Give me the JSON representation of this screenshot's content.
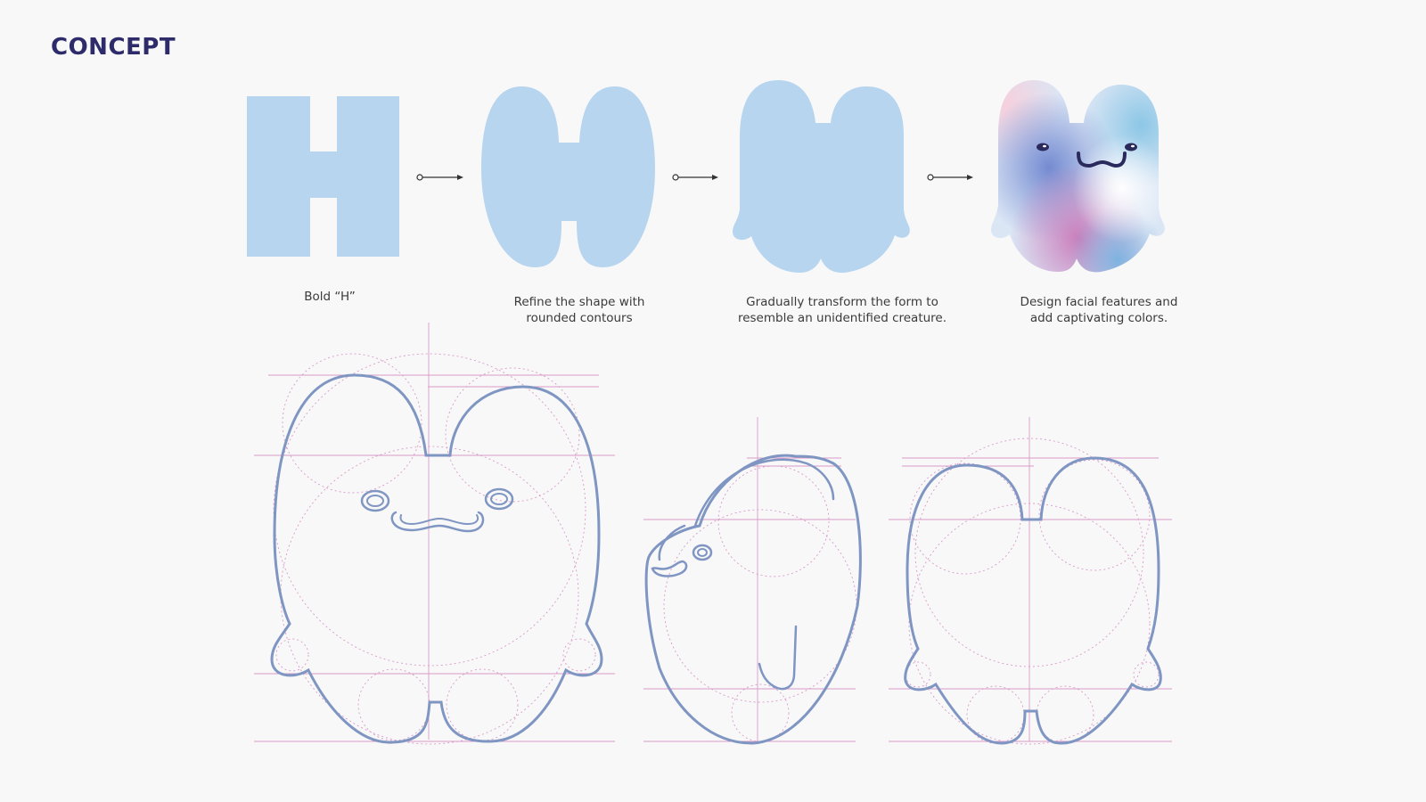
{
  "page": {
    "title": "CONCEPT"
  },
  "colors": {
    "background": "#f8f8f9",
    "title": "#2e2b6b",
    "shape_fill": "#b7d5ef",
    "outline": "#7f95c2",
    "guide": "#d99ac8",
    "arrow": "#333333",
    "face": "#2b2a5c"
  },
  "steps": [
    {
      "lines": [
        "Bold “H”"
      ]
    },
    {
      "lines": [
        "Refine the shape with",
        "rounded contours"
      ]
    },
    {
      "lines": [
        "Gradually transform the form to",
        "resemble an unidentified creature."
      ]
    },
    {
      "lines": [
        "Design facial features and",
        "add captivating colors."
      ]
    }
  ],
  "arrow_icon": "arrow-right-icon",
  "construction_views": [
    "front-view",
    "side-view",
    "back-view"
  ]
}
